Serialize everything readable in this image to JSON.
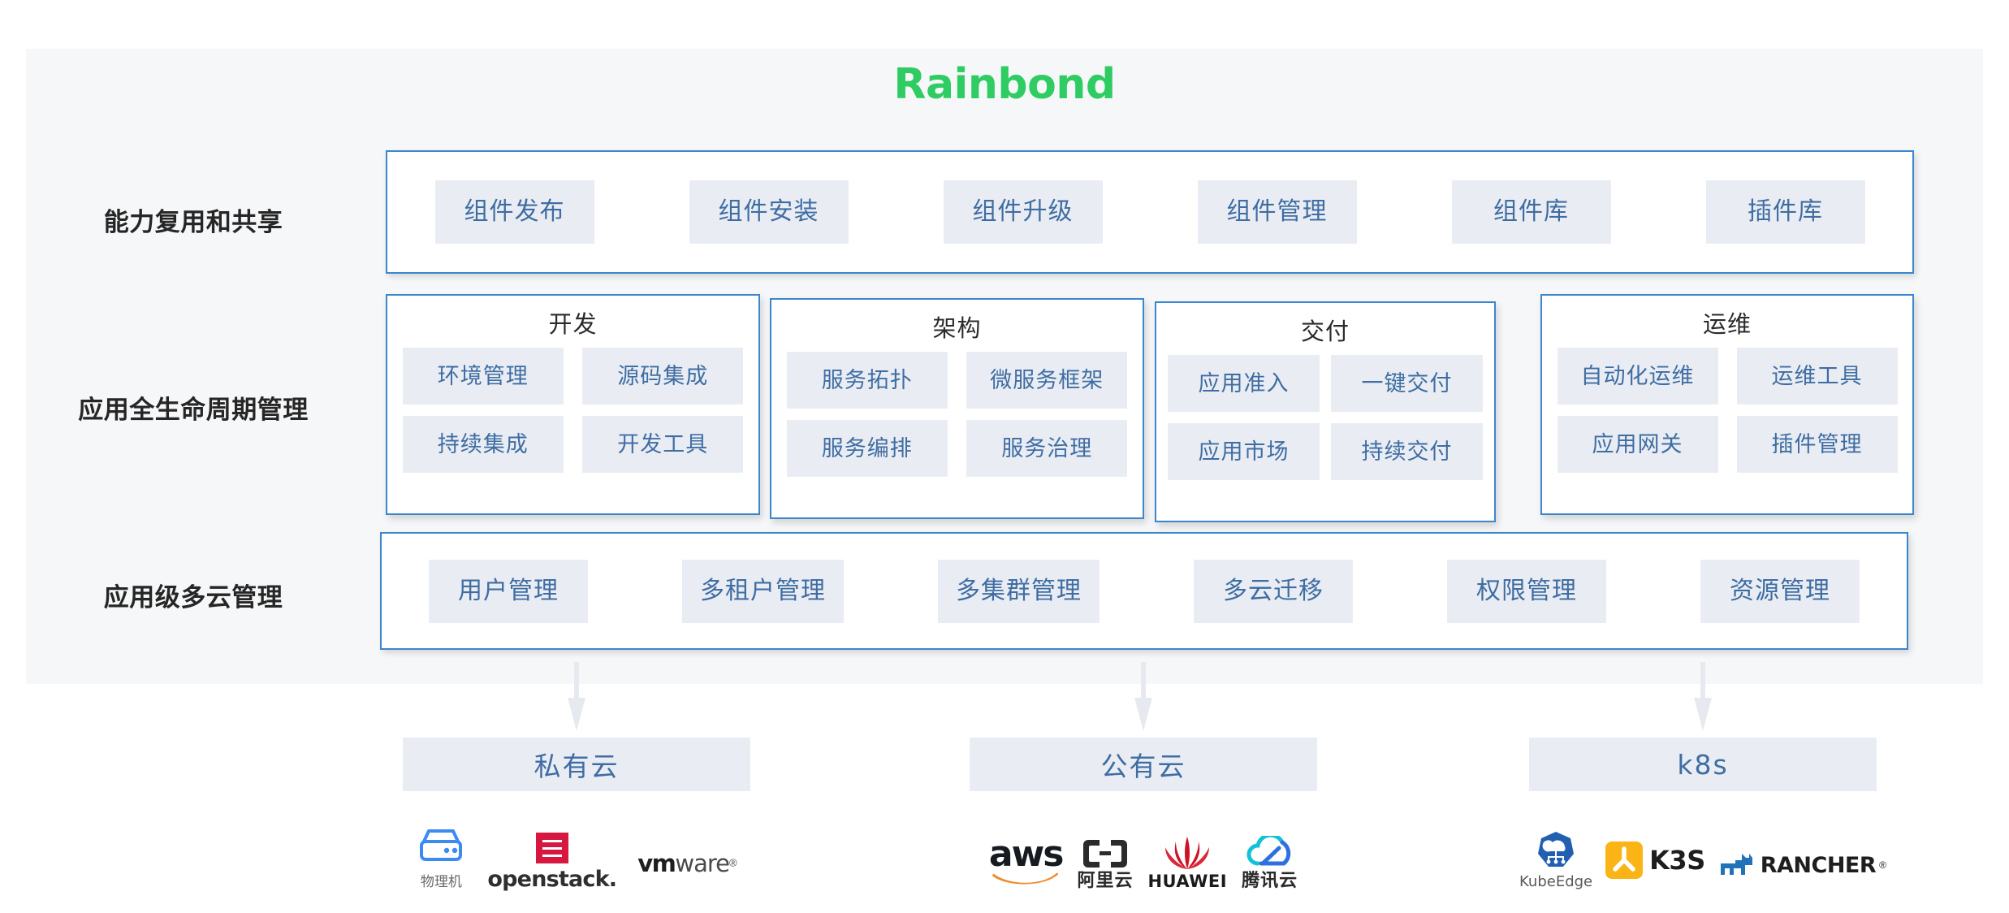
{
  "brand": {
    "title": "Rainbond",
    "color": "#2ECC62"
  },
  "theme": {
    "chip_bg": "#e9edf3",
    "chip_text": "#3f6da3",
    "border_blue": "#3b86cf",
    "panel_bg": "#f6f7f8"
  },
  "rows": [
    {
      "label": "能力复用和共享",
      "chips": [
        "组件发布",
        "组件安装",
        "组件升级",
        "组件管理",
        "组件库",
        "插件库"
      ]
    },
    {
      "label": "应用全生命周期管理",
      "groups": [
        {
          "title": "开发",
          "chips": [
            "环境管理",
            "源码集成",
            "持续集成",
            "开发工具"
          ]
        },
        {
          "title": "架构",
          "chips": [
            "服务拓扑",
            "微服务框架",
            "服务编排",
            "服务治理"
          ]
        },
        {
          "title": "交付",
          "chips": [
            "应用准入",
            "一键交付",
            "应用市场",
            "持续交付"
          ]
        },
        {
          "title": "运维",
          "chips": [
            "自动化运维",
            "运维工具",
            "应用网关",
            "插件管理"
          ]
        }
      ]
    },
    {
      "label": "应用级多云管理",
      "chips": [
        "用户管理",
        "多租户管理",
        "多集群管理",
        "多云迁移",
        "权限管理",
        "资源管理"
      ]
    }
  ],
  "platforms": [
    {
      "name": "私有云",
      "logos": [
        {
          "id": "server-icon",
          "caption": "物理机"
        },
        {
          "id": "openstack-logo",
          "caption": "openstack."
        },
        {
          "id": "vmware-logo",
          "caption": "vmware"
        }
      ]
    },
    {
      "name": "公有云",
      "logos": [
        {
          "id": "aws-logo",
          "caption": "aws"
        },
        {
          "id": "aliyun-logo",
          "caption": "阿里云"
        },
        {
          "id": "huawei-logo",
          "caption": "HUAWEI"
        },
        {
          "id": "tencent-cloud-logo",
          "caption": "腾讯云"
        }
      ]
    },
    {
      "name": "k8s",
      "logos": [
        {
          "id": "kubeedge-logo",
          "caption": "KubeEdge"
        },
        {
          "id": "k3s-logo",
          "caption": "K3S"
        },
        {
          "id": "rancher-logo",
          "caption": "RANCHER"
        }
      ]
    }
  ]
}
